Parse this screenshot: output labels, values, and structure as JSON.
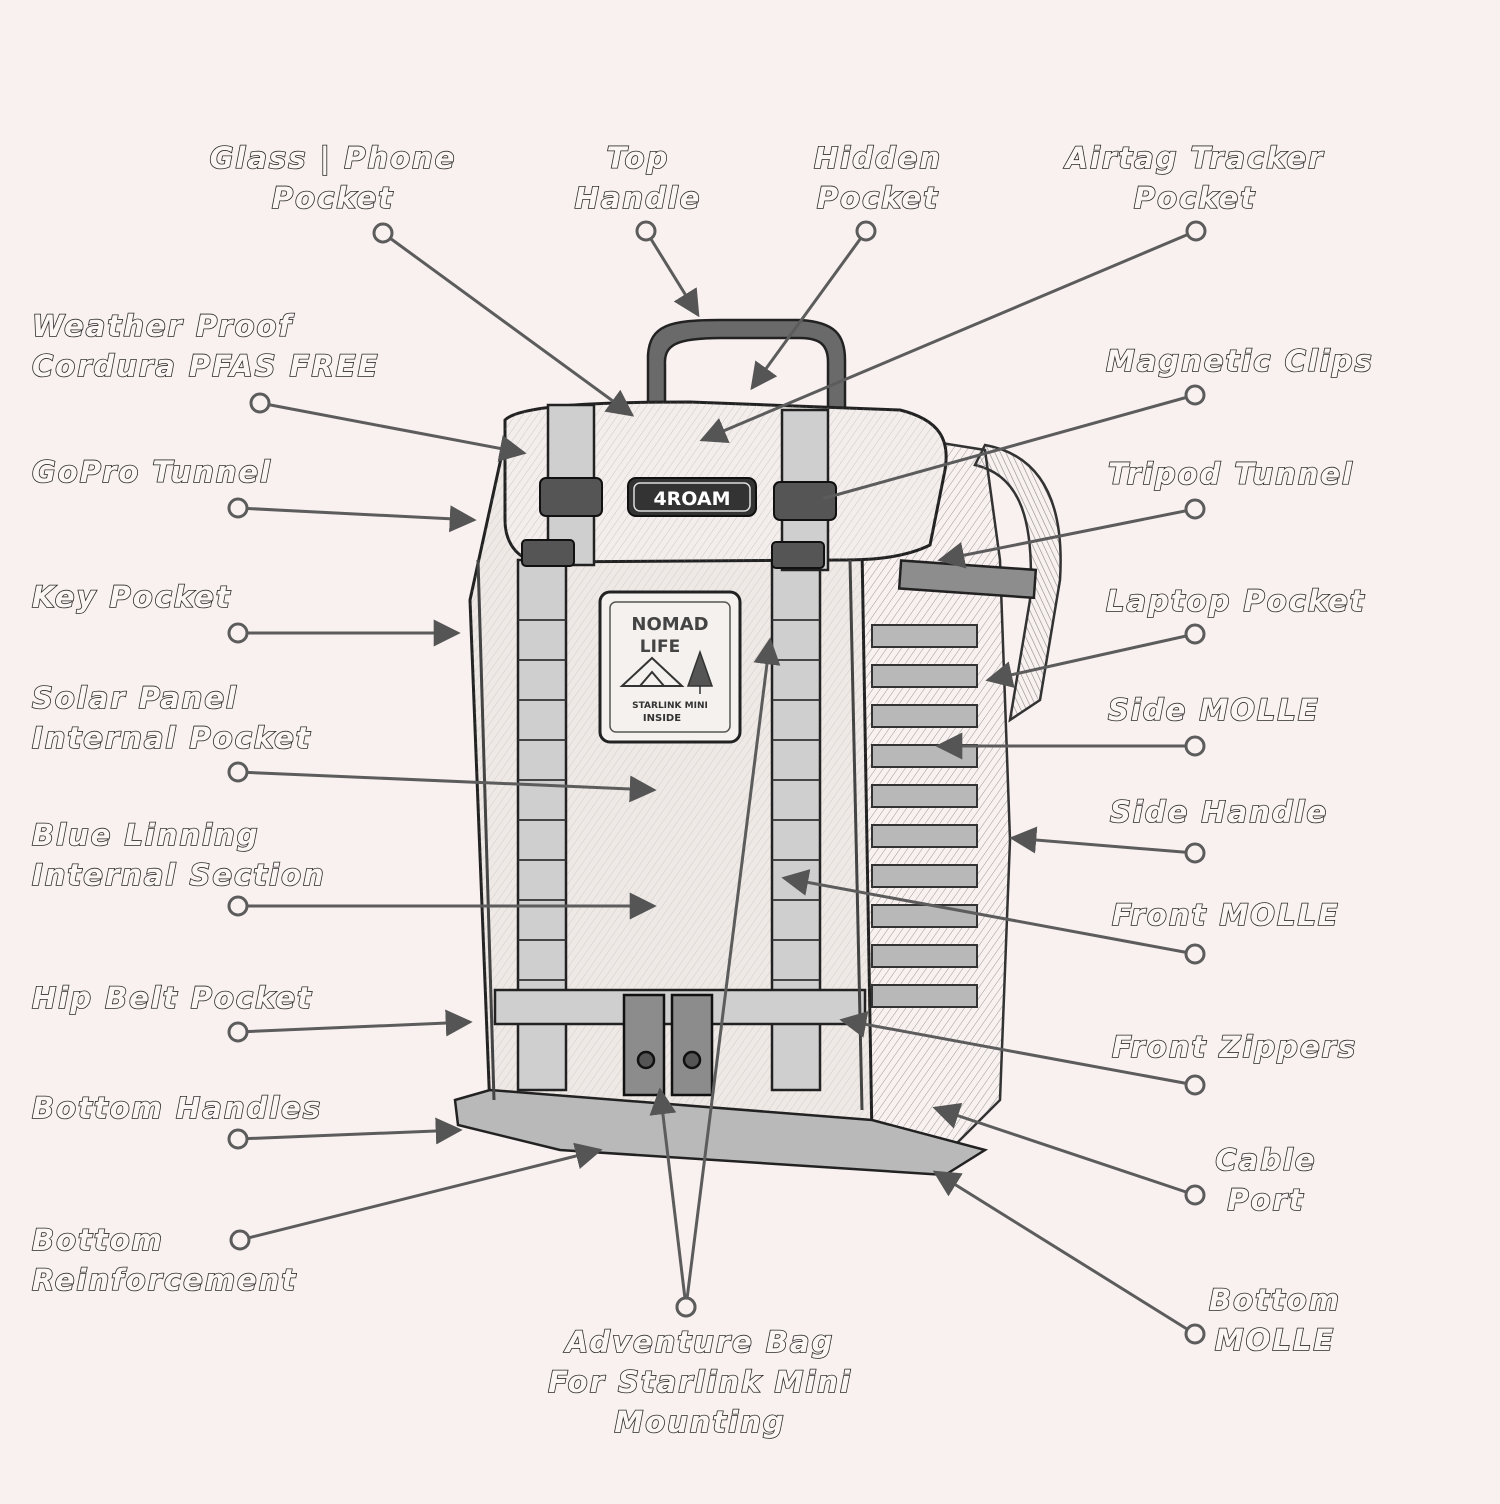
{
  "brand_patch": "4ROAM",
  "nomad_patch": {
    "line1": "NOMAD",
    "line2": "LIFE",
    "line3": "STARLINK MINI",
    "line4": "INSIDE"
  },
  "colors": {
    "background": "#f8f1ef",
    "leader": "#606060",
    "ink": "#2a2a2a"
  },
  "labels": {
    "glass_phone_pocket": [
      "Glass | Phone",
      "Pocket"
    ],
    "top_handle": [
      "Top",
      "Handle"
    ],
    "hidden_pocket": [
      "Hidden",
      "Pocket"
    ],
    "airtag_tracker_pocket": [
      "Airtag Tracker",
      "Pocket"
    ],
    "weather_proof": [
      "Weather Proof",
      "Cordura PFAS FREE"
    ],
    "magnetic_clips": [
      "Magnetic Clips"
    ],
    "gopro_tunnel": [
      "GoPro Tunnel"
    ],
    "tripod_tunnel": [
      "Tripod Tunnel"
    ],
    "key_pocket": [
      "Key Pocket"
    ],
    "laptop_pocket": [
      "Laptop Pocket"
    ],
    "solar_panel_pocket": [
      "Solar Panel",
      "Internal Pocket"
    ],
    "side_molle": [
      "Side MOLLE"
    ],
    "side_handle": [
      "Side Handle"
    ],
    "blue_linning": [
      "Blue Linning",
      "Internal Section"
    ],
    "front_molle": [
      "Front MOLLE"
    ],
    "hip_belt_pocket": [
      "Hip Belt Pocket"
    ],
    "front_zippers": [
      "Front Zippers"
    ],
    "bottom_handles": [
      "Bottom Handles"
    ],
    "cable_port": [
      "Cable",
      "Port"
    ],
    "bottom_reinforcement": [
      "Bottom",
      "Reinforcement"
    ],
    "bottom_molle": [
      "Bottom",
      "MOLLE"
    ],
    "adventure_bag": [
      "Adventure Bag",
      "For Starlink Mini",
      "Mounting"
    ]
  }
}
